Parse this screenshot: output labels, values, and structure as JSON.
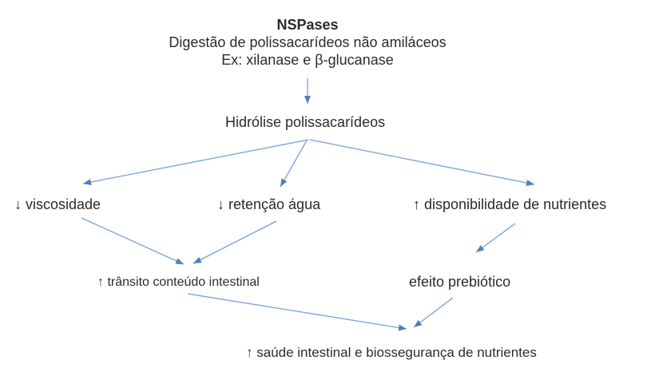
{
  "header": {
    "title": "NSPases",
    "line2": "Digestão de polissacarídeos não amiláceos",
    "line3": "Ex: xilanase e β-glucanase"
  },
  "nodes": {
    "hidrolise": "Hidrólise polissacarídeos",
    "viscosidade": "↓ viscosidade",
    "retencao_agua": "↓ retenção água",
    "disponibilidade_nutrientes": "↑ disponibilidade de nutrientes",
    "transito_intestinal": "↑ trânsito conteúdo intestinal",
    "efeito_prebiotico": "efeito prebiótico",
    "saude_intestinal": "↑ saúde intestinal e biossegurança de nutrientes"
  },
  "edges": [
    {
      "from": "nspases-header",
      "to": "hidrolise"
    },
    {
      "from": "hidrolise",
      "to": "viscosidade"
    },
    {
      "from": "hidrolise",
      "to": "retencao_agua"
    },
    {
      "from": "hidrolise",
      "to": "disponibilidade_nutrientes"
    },
    {
      "from": "viscosidade",
      "to": "transito_intestinal"
    },
    {
      "from": "retencao_agua",
      "to": "transito_intestinal"
    },
    {
      "from": "disponibilidade_nutrientes",
      "to": "efeito_prebiotico"
    },
    {
      "from": "transito_intestinal",
      "to": "saude_intestinal"
    },
    {
      "from": "efeito_prebiotico",
      "to": "saude_intestinal"
    }
  ],
  "colors": {
    "arrow_line": "#75a2d6",
    "arrow_head": "#4c7fc0",
    "text": "#2b2b2b",
    "background": "#ffffff"
  }
}
